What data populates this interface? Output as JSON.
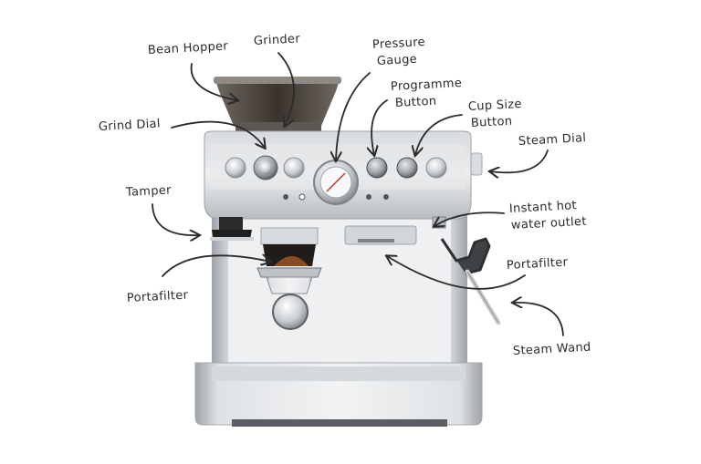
{
  "diagram": {
    "subject": "Espresso machine with labelled parts",
    "labels": [
      {
        "id": "bean-hopper",
        "text": "Bean Hopper"
      },
      {
        "id": "grinder",
        "text": "Grinder"
      },
      {
        "id": "pressure-gauge-1",
        "text": "Pressure"
      },
      {
        "id": "pressure-gauge-2",
        "text": "Gauge"
      },
      {
        "id": "programme-button-1",
        "text": "Programme"
      },
      {
        "id": "programme-button-2",
        "text": "Button"
      },
      {
        "id": "cup-size-button-1",
        "text": "Cup Size"
      },
      {
        "id": "cup-size-button-2",
        "text": "Button"
      },
      {
        "id": "steam-dial",
        "text": "Steam Dial"
      },
      {
        "id": "grind-dial",
        "text": "Grind Dial"
      },
      {
        "id": "tamper",
        "text": "Tamper"
      },
      {
        "id": "instant-hot-water-1",
        "text": "Instant hot"
      },
      {
        "id": "instant-hot-water-2",
        "text": "water outlet"
      },
      {
        "id": "portafilter-left",
        "text": "Portafilter"
      },
      {
        "id": "portafilter-right",
        "text": "Portafilter"
      },
      {
        "id": "steam-wand",
        "text": "Steam Wand"
      }
    ],
    "colors": {
      "steel_light": "#e4e6e8",
      "steel_mid": "#b9bdc1",
      "steel_dark": "#7d8287",
      "hopper": "#3b3530",
      "coffee": "#8a4a22",
      "handle": "#4a4d50",
      "ink": "#2b2b2b",
      "gauge_needle": "#c0392b"
    }
  }
}
